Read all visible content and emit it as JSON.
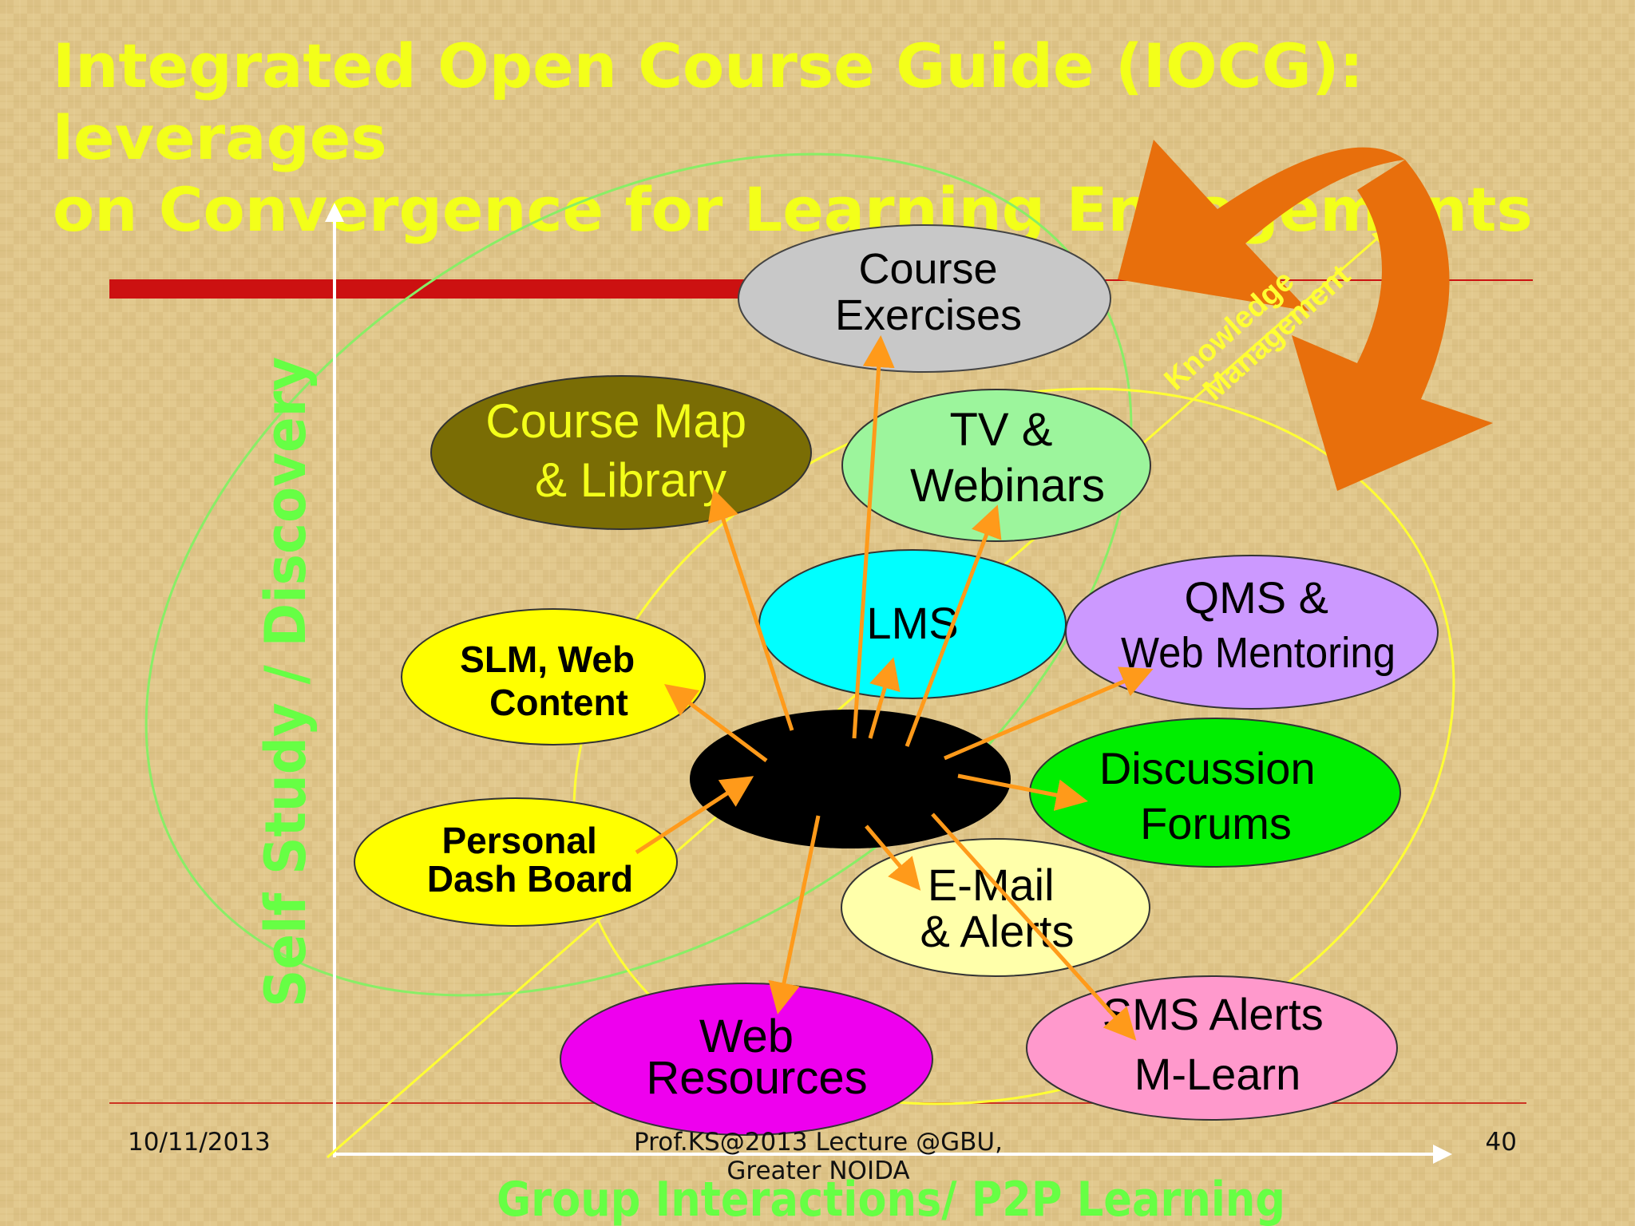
{
  "title": "Integrated Open Course Guide (IOCG): leverages\non Convergence for Learning Engagements",
  "axes": {
    "y_label": "Self Study / Discovery",
    "x_label": "Group Interactions/ P2P Learning",
    "knowledge_management": [
      "Knowledge",
      "Management"
    ]
  },
  "nodes": [
    {
      "id": "course-exercises",
      "lines": [
        "Course",
        "Exercises"
      ],
      "fill": "#c8c8c8",
      "text_color": "#000000"
    },
    {
      "id": "course-map-library",
      "lines": [
        "Course Map",
        "& Library"
      ],
      "fill": "#7a6d05",
      "text_color": "#f3ff1a"
    },
    {
      "id": "tv-webinars",
      "lines": [
        "TV &",
        "Webinars"
      ],
      "fill": "#9cf59c",
      "text_color": "#000000"
    },
    {
      "id": "lms",
      "lines": [
        "LMS"
      ],
      "fill": "#00ffff",
      "text_color": "#000000"
    },
    {
      "id": "slm-web-content",
      "lines": [
        "SLM, Web",
        "Content"
      ],
      "fill": "#ffff00",
      "text_color": "#000000"
    },
    {
      "id": "qms-web-mentoring",
      "lines": [
        "QMS &",
        "Web Mentoring"
      ],
      "fill": "#cc99ff",
      "text_color": "#000000"
    },
    {
      "id": "discussion-forums",
      "lines": [
        "Discussion",
        "Forums"
      ],
      "fill": "#00ee00",
      "text_color": "#000000"
    },
    {
      "id": "personal-dash-board",
      "lines": [
        "Personal",
        "Dash Board"
      ],
      "fill": "#ffff00",
      "text_color": "#000000"
    },
    {
      "id": "email-alerts",
      "lines": [
        "E-Mail",
        "& Alerts"
      ],
      "fill": "#ffffaa",
      "text_color": "#000000"
    },
    {
      "id": "web-resources",
      "lines": [
        "Web",
        "Resources"
      ],
      "fill": "#ee00ee",
      "text_color": "#000000"
    },
    {
      "id": "sms-alerts-mlearn",
      "lines": [
        "SMS Alerts",
        "M-Learn"
      ],
      "fill": "#ff99cc",
      "text_color": "#000000"
    },
    {
      "id": "hub",
      "lines": [],
      "fill": "#000000",
      "text_color": "#000000"
    }
  ],
  "footer": {
    "date": "10/11/2013",
    "credit": "Prof.KS@2013 Lecture @GBU,\nGreater NOIDA",
    "page_number": "40"
  },
  "colors": {
    "title": "#f3ff1a",
    "axis_labels": "#66ff44",
    "connector_arrows": "#ff9a1a",
    "cycle_arrow": "#e86f0c",
    "red_bar": "#cc1111",
    "green_outline": "#88ee66",
    "yellow_outline": "#ffff33"
  }
}
